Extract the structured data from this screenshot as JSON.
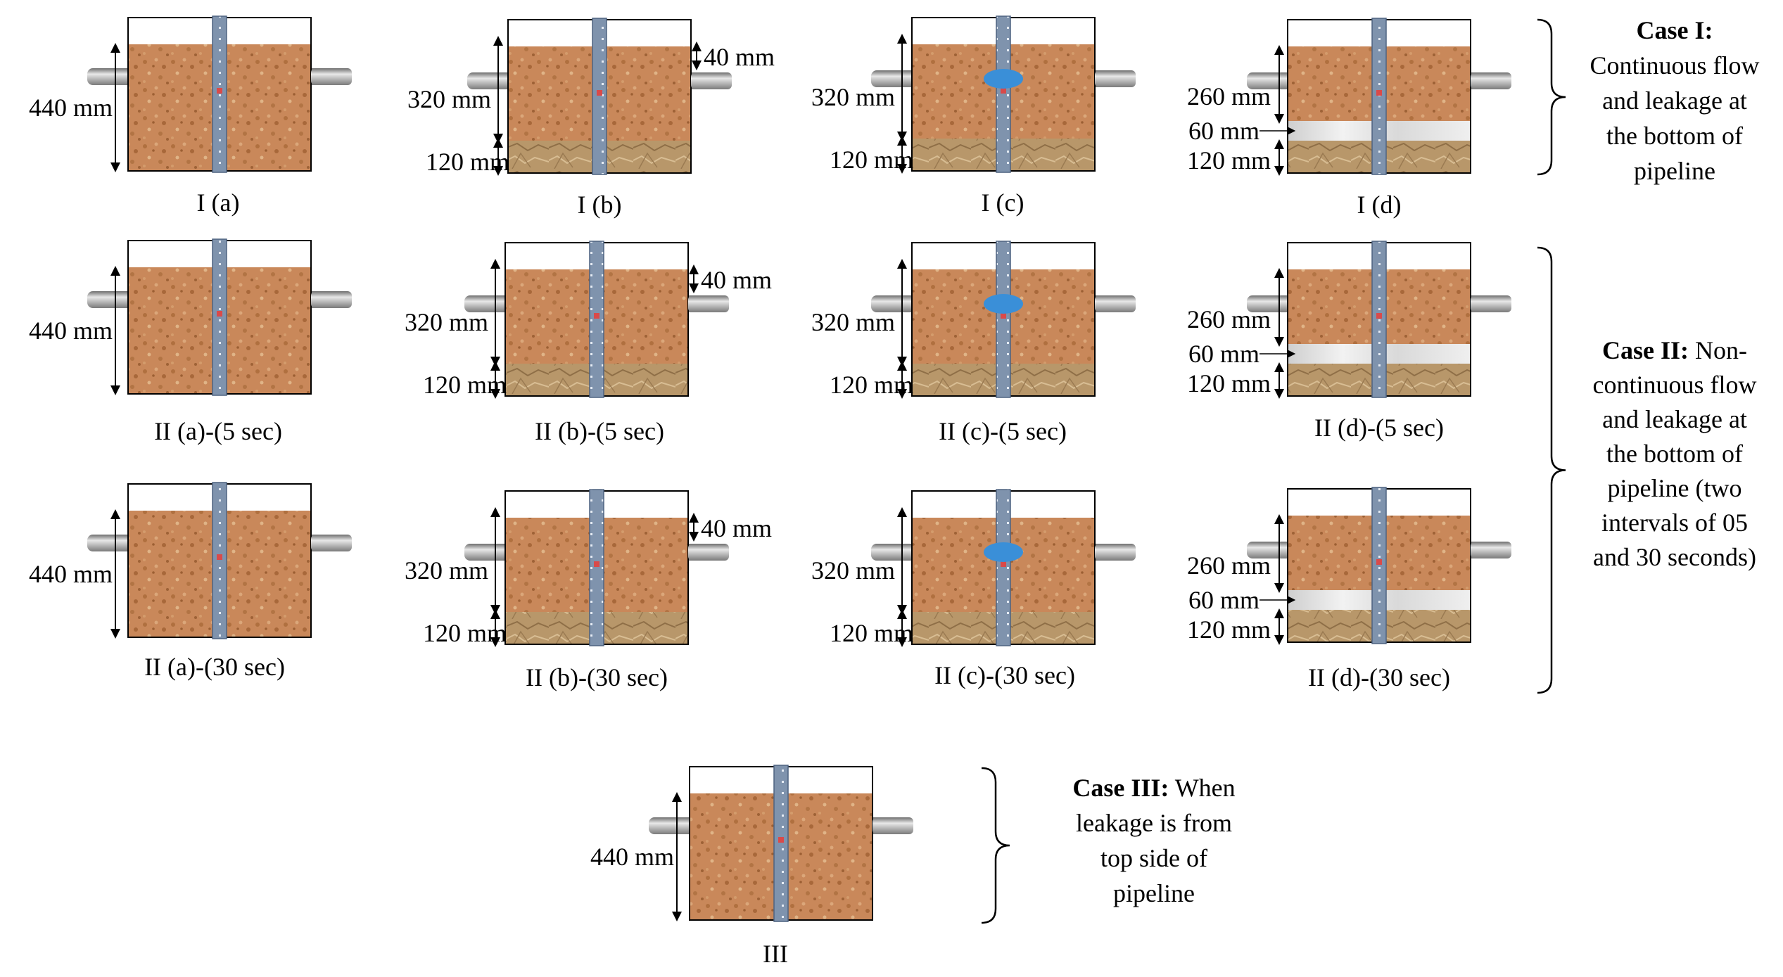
{
  "panels": [
    {
      "id": "I-a",
      "caption": "I (a)",
      "type": "a",
      "dims": {
        "total": "440 mm"
      }
    },
    {
      "id": "I-b",
      "caption": "I (b)",
      "type": "b",
      "dims": {
        "top": "40 mm",
        "mid": "320 mm",
        "bot": "120 mm"
      }
    },
    {
      "id": "I-c",
      "caption": "I (c)",
      "type": "c",
      "dims": {
        "mid": "320 mm",
        "bot": "120 mm"
      }
    },
    {
      "id": "I-d",
      "caption": "I (d)",
      "type": "d",
      "dims": {
        "mid": "260 mm",
        "sand": "60 mm",
        "bot": "120 mm"
      }
    },
    {
      "id": "II-a-5",
      "caption": "II (a)-(5 sec)",
      "type": "a",
      "dims": {
        "total": "440 mm"
      }
    },
    {
      "id": "II-b-5",
      "caption": "II (b)-(5 sec)",
      "type": "b",
      "dims": {
        "top": "40 mm",
        "mid": "320 mm",
        "bot": "120 mm"
      }
    },
    {
      "id": "II-c-5",
      "caption": "II (c)-(5 sec)",
      "type": "c",
      "dims": {
        "mid": "320 mm",
        "bot": "120 mm"
      }
    },
    {
      "id": "II-d-5",
      "caption": "II (d)-(5 sec)",
      "type": "d",
      "dims": {
        "mid": "260 mm",
        "sand": "60 mm",
        "bot": "120 mm"
      }
    },
    {
      "id": "II-a-30",
      "caption": "II (a)-(30 sec)",
      "type": "a",
      "dims": {
        "total": "440 mm"
      }
    },
    {
      "id": "II-b-30",
      "caption": "II (b)-(30 sec)",
      "type": "b",
      "dims": {
        "top": "40 mm",
        "mid": "320 mm",
        "bot": "120 mm"
      }
    },
    {
      "id": "II-c-30",
      "caption": "II (c)-(30 sec)",
      "type": "c",
      "dims": {
        "mid": "320 mm",
        "bot": "120 mm"
      }
    },
    {
      "id": "II-d-30",
      "caption": "II (d)-(30 sec)",
      "type": "d",
      "dims": {
        "mid": "260 mm",
        "sand": "60 mm",
        "bot": "120 mm"
      }
    },
    {
      "id": "III",
      "caption": "III",
      "type": "a",
      "dims": {
        "total": "440 mm"
      }
    }
  ],
  "cases": {
    "case1": {
      "bold": "Case I:",
      "lines": [
        "Continuous flow",
        "and leakage  at",
        "the bottom of",
        "pipeline"
      ]
    },
    "case2": {
      "bold": "Case II:",
      "bold_rest": " Non-",
      "lines": [
        "continuous flow",
        "and leakage at",
        "the bottom of",
        "pipeline (two",
        "intervals of 05",
        "and 30 seconds)"
      ]
    },
    "case3": {
      "bold": "Case III:",
      "bold_rest": " When",
      "lines": [
        "leakage is from",
        "top side of",
        "pipeline"
      ]
    }
  },
  "colors": {
    "soil": "#c9885a",
    "soil_dark": "#b0703f",
    "clay": "#b8976a",
    "sand": "#dcdcdc",
    "ruler": "#7f93ad",
    "leak": "#3a8fd8",
    "pipe": "#9a9a9a"
  }
}
